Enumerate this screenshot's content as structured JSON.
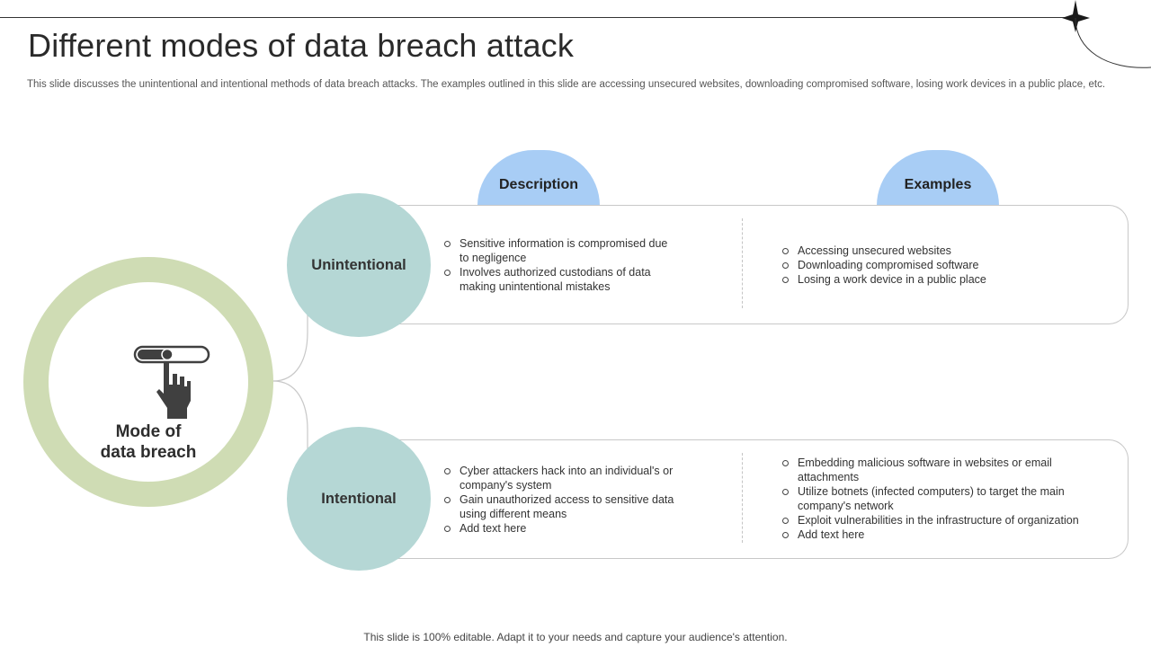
{
  "slide": {
    "title": "Different modes of data breach attack",
    "subtitle": "This slide discusses the unintentional and intentional methods of data breach attacks. The examples outlined in this slide are accessing unsecured websites, downloading compromised software, losing work devices in a public place, etc.",
    "footer": "This slide is 100% editable. Adapt it to your needs and capture your audience's attention."
  },
  "center": {
    "label_line1": "Mode of",
    "label_line2": "data breach",
    "icon": "hand-pressing-toggle-icon"
  },
  "headers": {
    "description": "Description",
    "examples": "Examples"
  },
  "rows": [
    {
      "label": "Unintentional",
      "description": [
        "Sensitive information  is compromised due to negligence",
        "Involves  authorized custodians of data making unintentional mistakes"
      ],
      "examples": [
        "Accessing unsecured websites",
        "Downloading compromised software",
        "Losing a work device  in a public place"
      ]
    },
    {
      "label": "Intentional",
      "description": [
        "Cyber attackers hack into an individual's or company's system",
        "Gain unauthorized access to sensitive data using different  means",
        "Add text here"
      ],
      "examples": [
        "Embedding malicious software  in websites or email attachments",
        "Utilize botnets (infected computers) to target the main company's network",
        "Exploit vulnerabilities  in the infrastructure of organization",
        "Add text here"
      ]
    }
  ],
  "colors": {
    "ring": "#cfdcb4",
    "row_circle": "#b5d7d5",
    "header_tab": "#a8cdf5",
    "icon": "#404040"
  }
}
